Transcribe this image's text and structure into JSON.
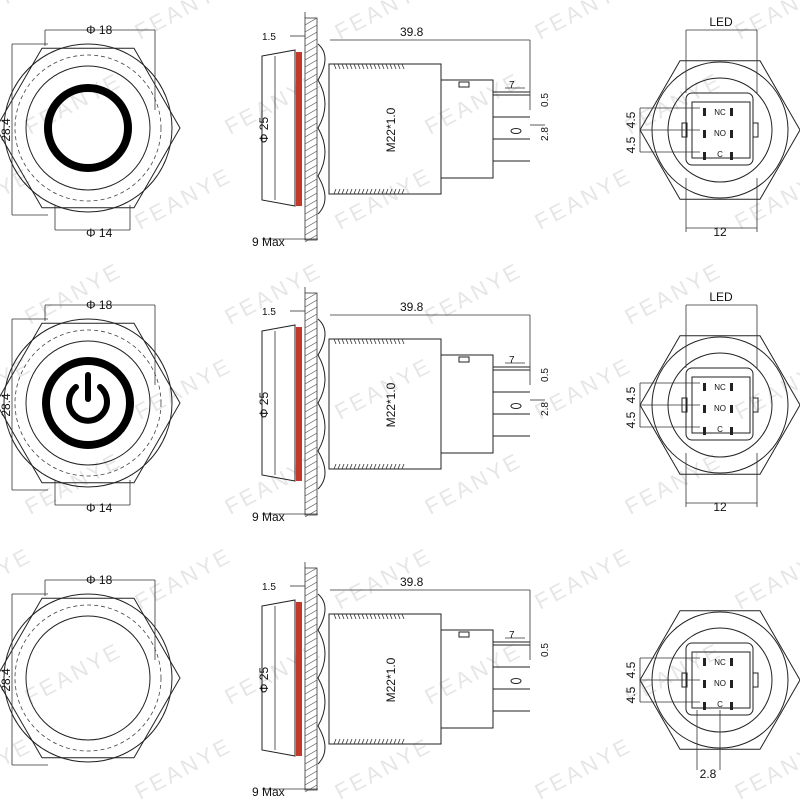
{
  "watermark": "FEANYE",
  "colors": {
    "led_ring": "#c0392b",
    "hatch": "#555555",
    "line": "#222222"
  },
  "rows": [
    {
      "symbol": "ring",
      "front": {
        "d_outer": "Φ 18",
        "d_inner": "Φ 14",
        "height": "28.4"
      },
      "side": {
        "thickness": "1.5",
        "length": "39.8",
        "diameter": "Φ 25",
        "thread": "M22*1.0",
        "max": "9 Max",
        "pin_len": "7",
        "pin_gap": "0.5",
        "pin_w": "2.8"
      },
      "back": {
        "top": "LED",
        "bottom": "12",
        "pitch_a": "4.5",
        "pitch_b": "4.5",
        "nc": "NC",
        "no": "NO",
        "c": "C"
      }
    },
    {
      "symbol": "power",
      "front": {
        "d_outer": "Φ 18",
        "d_inner": "Φ 14",
        "height": "28.4"
      },
      "side": {
        "thickness": "1.5",
        "length": "39.8",
        "diameter": "Φ 25",
        "thread": "M22*1.0",
        "max": "9 Max",
        "pin_len": "7",
        "pin_gap": "0.5",
        "pin_w": "2.8"
      },
      "back": {
        "top": "LED",
        "bottom": "12",
        "pitch_a": "4.5",
        "pitch_b": "4.5",
        "nc": "NC",
        "no": "NO",
        "c": "C"
      }
    },
    {
      "symbol": "none",
      "front": {
        "d_outer": "Φ 18",
        "height": "28.4"
      },
      "side": {
        "thickness": "1.5",
        "length": "39.8",
        "diameter": "Φ 25",
        "thread": "M22*1.0",
        "max": "9 Max",
        "pin_len": "7",
        "pin_gap": "0.5"
      },
      "back": {
        "bottom": "2.8",
        "pitch_a": "4.5",
        "pitch_b": "4.5",
        "nc": "NC",
        "no": "NO",
        "c": "C"
      }
    }
  ]
}
